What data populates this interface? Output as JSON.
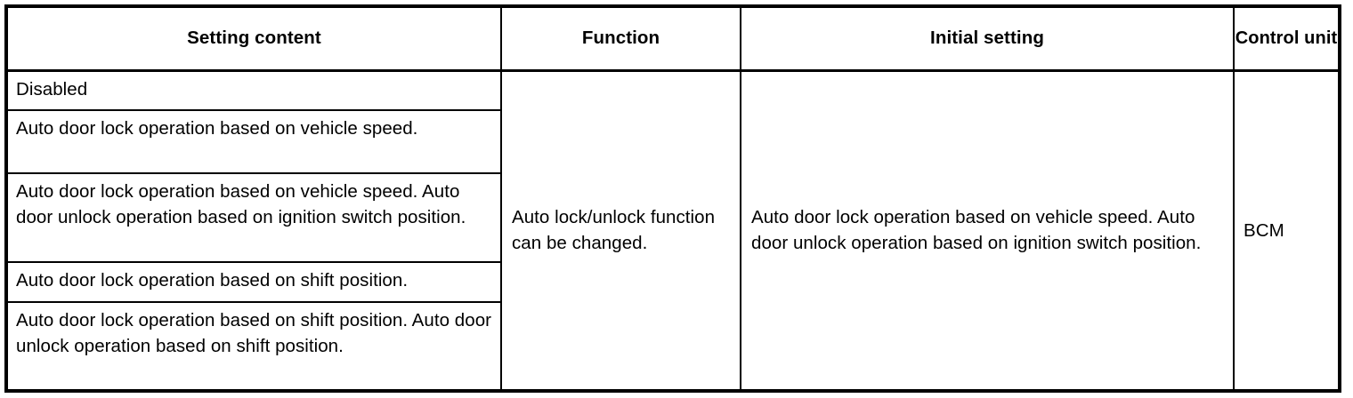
{
  "table": {
    "columns": [
      {
        "key": "setting_content",
        "label": "Setting content"
      },
      {
        "key": "function",
        "label": "Function"
      },
      {
        "key": "initial_setting",
        "label": "Initial setting"
      },
      {
        "key": "control_unit",
        "label": "Control unit"
      }
    ],
    "setting_content_rows": [
      "Disabled",
      "Auto door lock operation based on vehicle speed.",
      "Auto door lock operation based on vehicle speed. Auto door unlock operation based on ignition switch position.",
      "Auto door lock operation based on shift position.",
      "Auto door lock operation based on shift position. Auto door unlock operation based on shift position."
    ],
    "function": "Auto lock/unlock function can be changed.",
    "initial_setting": "Auto door lock operation based on vehicle speed. Auto door unlock operation based on ignition switch position.",
    "control_unit": "BCM"
  },
  "style": {
    "border_color": "#000000",
    "text_color": "#000000",
    "background": "#ffffff"
  }
}
